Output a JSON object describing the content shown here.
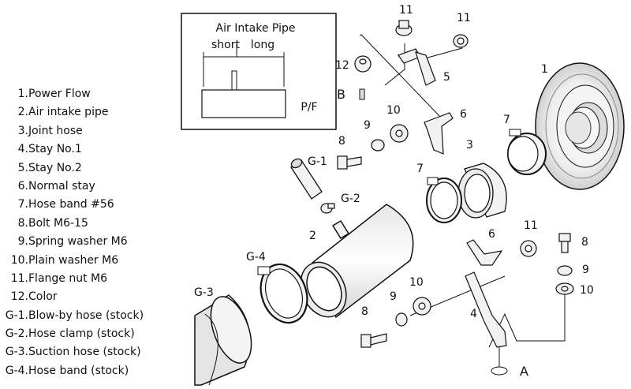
{
  "legend": [
    {
      "num": "1.",
      "label": "Power Flow"
    },
    {
      "num": "2.",
      "label": "Air intake pipe"
    },
    {
      "num": "3.",
      "label": "Joint hose"
    },
    {
      "num": "4.",
      "label": "Stay No.1"
    },
    {
      "num": "5.",
      "label": "Stay No.2"
    },
    {
      "num": "6.",
      "label": "Normal stay"
    },
    {
      "num": "7.",
      "label": "Hose band #56"
    },
    {
      "num": "8.",
      "label": "Bolt M6-15"
    },
    {
      "num": "9.",
      "label": "Spring washer M6"
    },
    {
      "num": "10.",
      "label": "Plain  washer M6"
    },
    {
      "num": "11.",
      "label": "Flange nut M6"
    },
    {
      "num": "12.",
      "label": "Color"
    },
    {
      "num": "G-1.",
      "label": "Blow-by hose (stock)"
    },
    {
      "num": "G-2.",
      "label": "Hose clamp (stock)"
    },
    {
      "num": "G-3.",
      "label": "Suction hose (stock)"
    },
    {
      "num": "G-4.",
      "label": "Hose band (stock)"
    }
  ],
  "inset": {
    "title": "Air Intake Pipe",
    "short": "short",
    "long": "long",
    "pf": "P/F"
  },
  "callouts": {
    "c1": "1",
    "c3": "3",
    "c7a": "7",
    "c7b": "7",
    "c11a": "11",
    "c11b": "11",
    "c11c": "11",
    "c5": "5",
    "c6a": "6",
    "c6b": "6",
    "c12": "12",
    "cB": "B",
    "c10a": "10",
    "c10b": "10",
    "c10c": "10",
    "c9a": "9",
    "c9b": "9",
    "c9c": "9",
    "c8a": "8",
    "c8b": "8",
    "c8c": "8",
    "cG1": "G-1",
    "cG2": "G-2",
    "cG3": "G-3",
    "cG4": "G-4",
    "c2": "2",
    "c4": "4",
    "cA": "A"
  }
}
